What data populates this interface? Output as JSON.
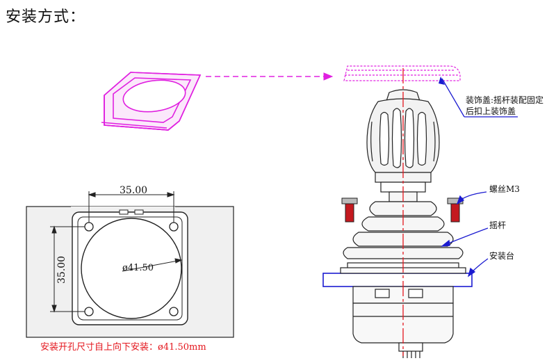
{
  "title": "安装方式：",
  "dimensions": {
    "width": "35.00",
    "height": "35.00",
    "diameter": "ø41.50"
  },
  "labels": {
    "cover_note_line1": "装饰盖:摇杆装配固定",
    "cover_note_line2": "后扣上装饰盖",
    "screw": "螺丝M3",
    "joystick": "摇杆",
    "mount": "安装台"
  },
  "install_note": "安装开孔尺寸自上向下安装：ø41.50mm",
  "colors": {
    "magenta": "#e020e0",
    "blue": "#1a1ad0",
    "red": "#e4161d",
    "line": "#222222"
  }
}
